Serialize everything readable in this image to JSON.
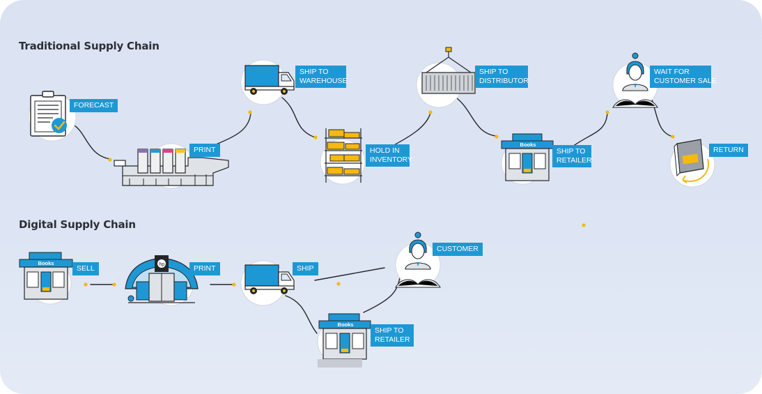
{
  "traditional": {
    "title": "Traditional Supply Chain",
    "steps": {
      "forecast": "FORECAST",
      "print": "PRINT",
      "ship_warehouse": [
        "SHIP TO",
        "WAREHOUSE"
      ],
      "hold_inventory": [
        "HOLD IN",
        "INVENTORY"
      ],
      "ship_distributor": [
        "SHIP TO",
        "DISTRIBUTOR"
      ],
      "ship_retailer": [
        "SHIP TO",
        "RETAILER"
      ],
      "wait_sale": [
        "WAIT FOR",
        "CUSTOMER SALE"
      ],
      "return": "RETURN"
    }
  },
  "digital": {
    "title": "Digital Supply Chain",
    "steps": {
      "sell": "SELL",
      "print": "PRINT",
      "ship": "SHIP",
      "ship_retailer": [
        "SHIP TO",
        "RETAILER"
      ],
      "customer": "CUSTOMER"
    }
  },
  "store_signs": [
    "Books",
    "Books",
    "Books"
  ],
  "colors": {
    "accent": "#1e98d4",
    "dot": "#f5b90f",
    "ink": "#232628",
    "background": "#dbe3f3"
  }
}
